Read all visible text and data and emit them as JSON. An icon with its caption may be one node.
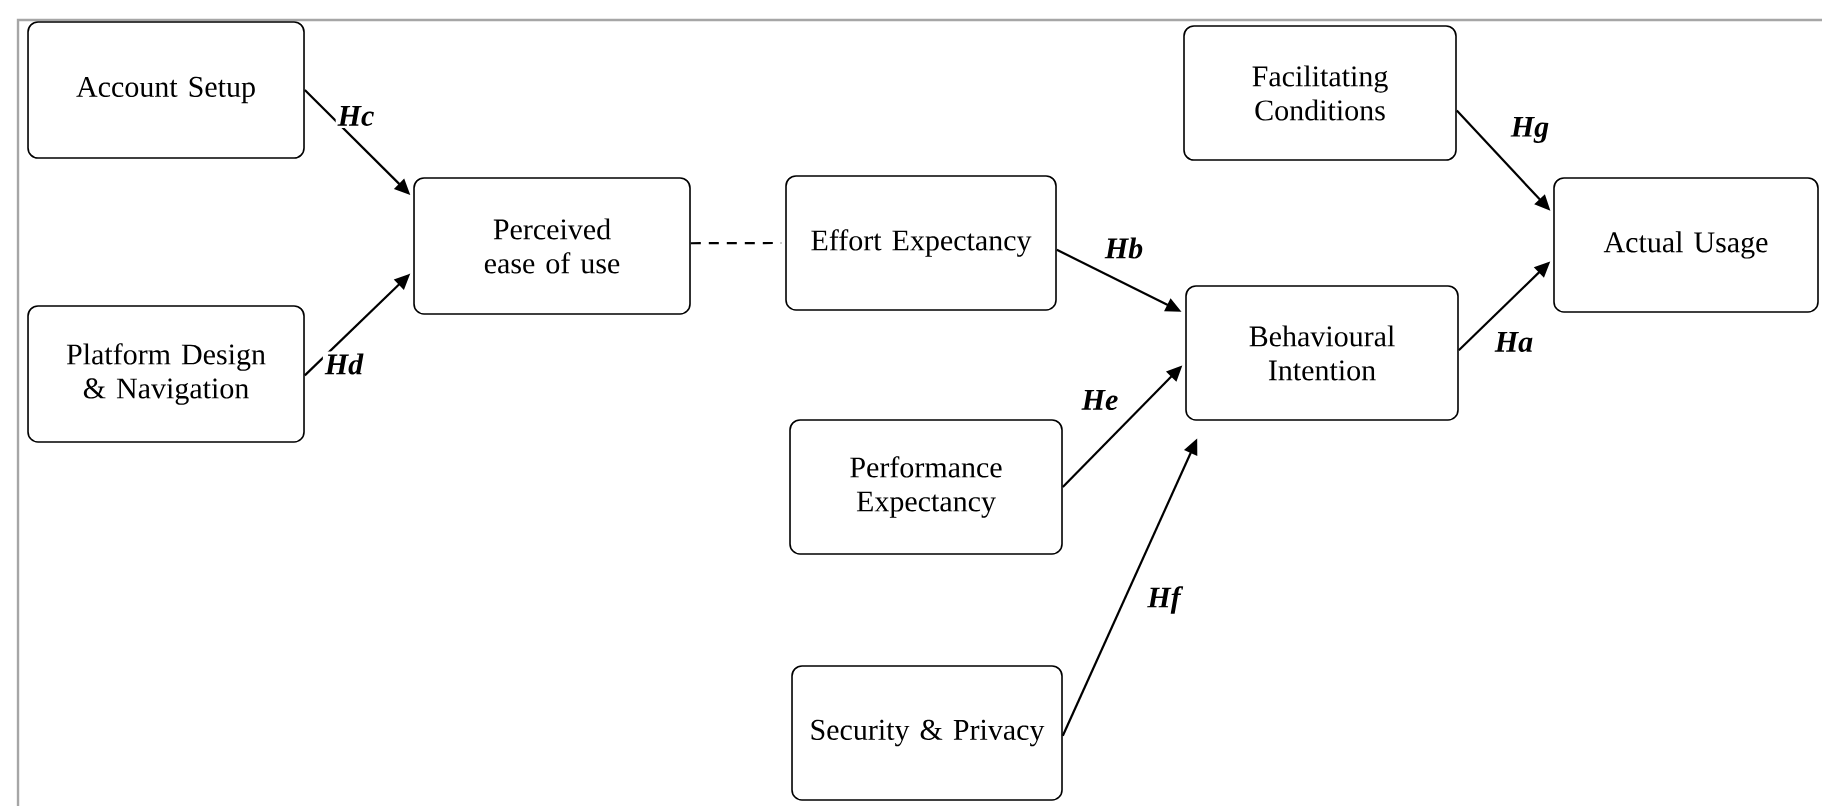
{
  "diagram": {
    "nodes": [
      {
        "text": [
          "Account Setup"
        ]
      },
      {
        "text": [
          "Platform Design & Navigation"
        ]
      },
      {
        "text": [
          "Perceived ease of use"
        ]
      },
      {
        "text": [
          "Effort Expectancy"
        ]
      },
      {
        "text": [
          "Facilitating Conditions"
        ]
      },
      {
        "text": [
          "Behavioural Intention"
        ]
      },
      {
        "text": [
          "Actual Usage"
        ]
      },
      {
        "text": [
          "Performance Expectancy"
        ]
      },
      {
        "text": [
          "Security & Privacy"
        ]
      }
    ],
    "edges": [
      {
        "from": 0,
        "to": 2,
        "arrow": "to",
        "label": "Hc"
      },
      {
        "from": 1,
        "to": 2,
        "arrow": "to",
        "label": "Hd"
      },
      {
        "from": 2,
        "to": 3,
        "arrow": "none",
        "style": "dashed"
      },
      {
        "from": 3,
        "to": 5,
        "arrow": "to",
        "label": "Hb"
      },
      {
        "from": 7,
        "to": 5,
        "arrow": "to",
        "label": "He"
      },
      {
        "from": 8,
        "to": 5,
        "arrow": "to",
        "label": "Hf"
      },
      {
        "from": 4,
        "to": 6,
        "arrow": "to",
        "label": "Hg"
      },
      {
        "from": 5,
        "to": 6,
        "arrow": "to",
        "label": "Ha"
      }
    ]
  }
}
